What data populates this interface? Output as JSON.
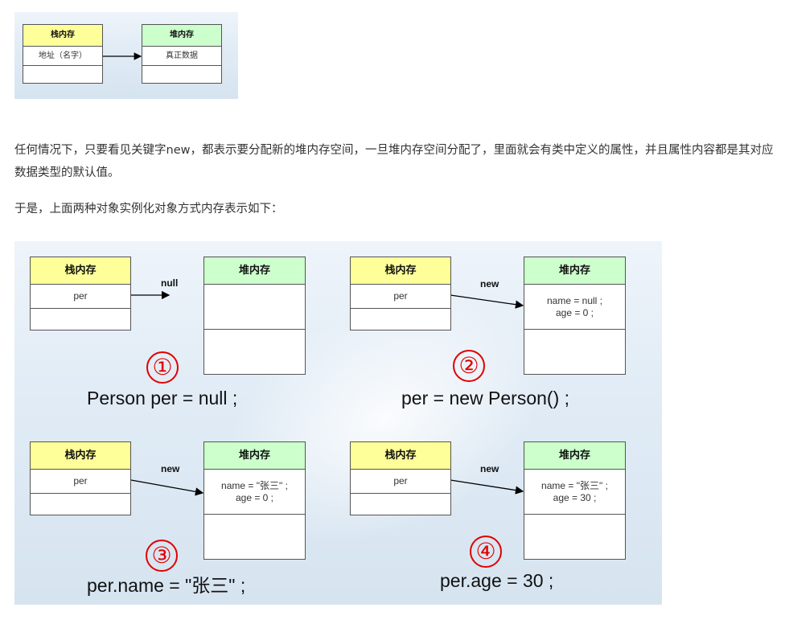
{
  "small_diagram": {
    "stack": {
      "header": "栈内存",
      "content": "地址（名字）"
    },
    "heap": {
      "header": "堆内存",
      "content": "真正数据"
    }
  },
  "paragraphs": [
    "任何情况下，只要看见关键字new，都表示要分配新的堆内存空间，一旦堆内存空间分配了，里面就会有类中定义的属性，并且属性内容都是其对应数据类型的默认值。",
    "于是，上面两种对象实例化对象方式内存表示如下："
  ],
  "panels": [
    {
      "number": "①",
      "code": "Person per = null ;",
      "arrow_label": "null",
      "stack_header": "栈内存",
      "stack_var": "per",
      "heap_header": "堆内存",
      "heap_lines": []
    },
    {
      "number": "②",
      "code": "per = new Person() ;",
      "arrow_label": "new",
      "stack_header": "栈内存",
      "stack_var": "per",
      "heap_header": "堆内存",
      "heap_lines": [
        "name = null ;",
        "age = 0 ;"
      ]
    },
    {
      "number": "③",
      "code": "per.name = \"张三\" ;",
      "arrow_label": "new",
      "stack_header": "栈内存",
      "stack_var": "per",
      "heap_header": "堆内存",
      "heap_lines": [
        "name = \"张三\" ;",
        "age = 0 ;"
      ]
    },
    {
      "number": "④",
      "code": "per.age = 30 ;",
      "arrow_label": "new",
      "stack_header": "栈内存",
      "stack_var": "per",
      "heap_header": "堆内存",
      "heap_lines": [
        "name = \"张三\" ;",
        "age = 30 ;"
      ]
    }
  ]
}
